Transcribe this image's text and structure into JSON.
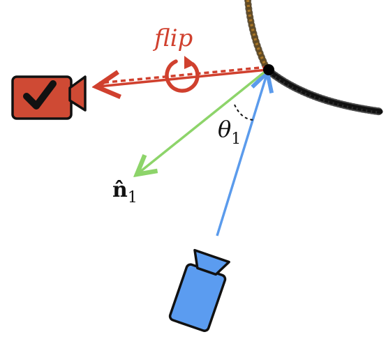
{
  "labels": {
    "flip": "flip",
    "theta_symbol": "θ",
    "theta_subscript": "1",
    "normal_symbol": "n̂",
    "normal_subscript": "1"
  },
  "icons": {
    "left_camera": "camera-with-checkmark-icon",
    "bottom_camera": "camera-icon",
    "flip_symbol": "rotate-arrow-icon"
  },
  "colors": {
    "flip_red": "#d0402e",
    "camera_red": "#cf4a34",
    "view_ray_blue": "#5b9bec",
    "camera_blue": "#5b9cf0",
    "normal_green": "#8dd46a",
    "surface_black": "#111111",
    "surface_orange": "#e8a845"
  }
}
